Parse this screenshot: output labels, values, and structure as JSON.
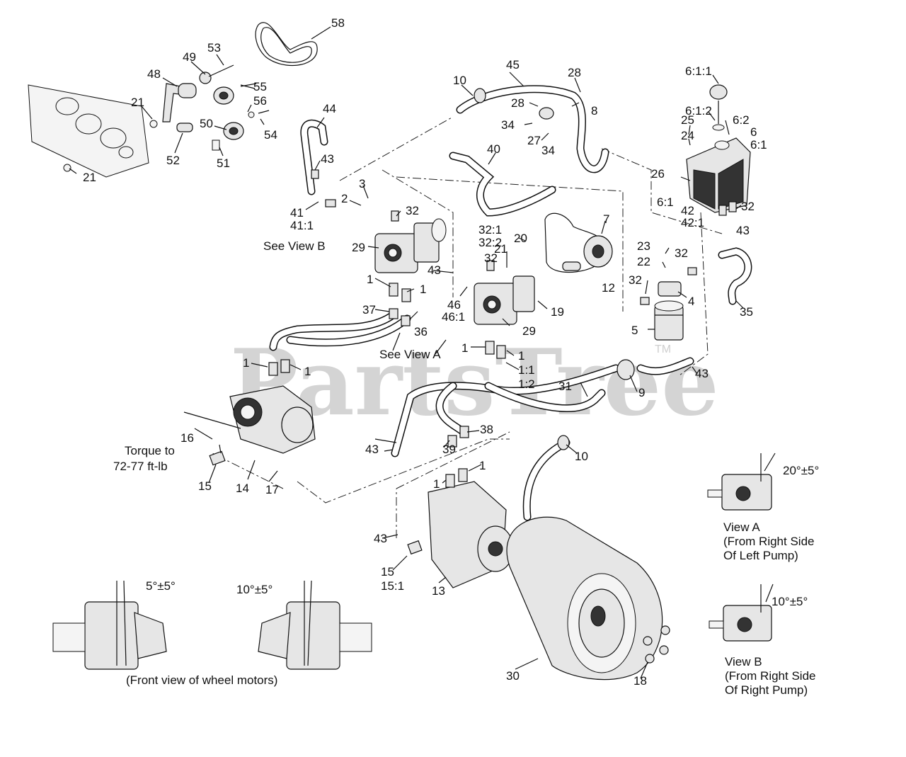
{
  "watermark": {
    "text": "PartsTree",
    "trademark": "TM"
  },
  "labels": [
    {
      "id": "58",
      "text": "58"
    },
    {
      "id": "53",
      "text": "53"
    },
    {
      "id": "49",
      "text": "49"
    },
    {
      "id": "48",
      "text": "48"
    },
    {
      "id": "55",
      "text": "55"
    },
    {
      "id": "21a",
      "text": "21"
    },
    {
      "id": "56",
      "text": "56"
    },
    {
      "id": "50",
      "text": "50"
    },
    {
      "id": "54",
      "text": "54"
    },
    {
      "id": "52",
      "text": "52"
    },
    {
      "id": "51",
      "text": "51"
    },
    {
      "id": "21b",
      "text": "21"
    },
    {
      "id": "44",
      "text": "44"
    },
    {
      "id": "10a",
      "text": "10"
    },
    {
      "id": "45",
      "text": "45"
    },
    {
      "id": "28a",
      "text": "28"
    },
    {
      "id": "28b",
      "text": "28"
    },
    {
      "id": "8",
      "text": "8"
    },
    {
      "id": "34a",
      "text": "34"
    },
    {
      "id": "27",
      "text": "27"
    },
    {
      "id": "34b",
      "text": "34"
    },
    {
      "id": "6_1_1",
      "text": "6:1:1"
    },
    {
      "id": "6_1_2",
      "text": "6:1:2"
    },
    {
      "id": "6_2",
      "text": "6:2"
    },
    {
      "id": "25",
      "text": "25"
    },
    {
      "id": "24",
      "text": "24"
    },
    {
      "id": "6",
      "text": "6"
    },
    {
      "id": "6_1a",
      "text": "6:1"
    },
    {
      "id": "26",
      "text": "26"
    },
    {
      "id": "6_1b",
      "text": "6:1"
    },
    {
      "id": "42",
      "text": "42"
    },
    {
      "id": "42_1",
      "text": "42:1"
    },
    {
      "id": "32a",
      "text": "32"
    },
    {
      "id": "43a",
      "text": "43"
    },
    {
      "id": "40",
      "text": "40"
    },
    {
      "id": "43b",
      "text": "43"
    },
    {
      "id": "3",
      "text": "3"
    },
    {
      "id": "2",
      "text": "2"
    },
    {
      "id": "32b",
      "text": "32"
    },
    {
      "id": "41",
      "text": "41"
    },
    {
      "id": "41_1",
      "text": "41:1"
    },
    {
      "id": "29a",
      "text": "29"
    },
    {
      "id": "32_1",
      "text": "32:1"
    },
    {
      "id": "32_2",
      "text": "32:2"
    },
    {
      "id": "20",
      "text": "20"
    },
    {
      "id": "7",
      "text": "7"
    },
    {
      "id": "32c",
      "text": "32"
    },
    {
      "id": "21c",
      "text": "21"
    },
    {
      "id": "23",
      "text": "23"
    },
    {
      "id": "22",
      "text": "22"
    },
    {
      "id": "32d",
      "text": "32"
    },
    {
      "id": "43c",
      "text": "43"
    },
    {
      "id": "12",
      "text": "12"
    },
    {
      "id": "32e",
      "text": "32"
    },
    {
      "id": "4",
      "text": "4"
    },
    {
      "id": "1a",
      "text": "1"
    },
    {
      "id": "1b",
      "text": "1"
    },
    {
      "id": "46",
      "text": "46"
    },
    {
      "id": "46_1",
      "text": "46:1"
    },
    {
      "id": "19",
      "text": "19"
    },
    {
      "id": "37",
      "text": "37"
    },
    {
      "id": "36",
      "text": "36"
    },
    {
      "id": "29b",
      "text": "29"
    },
    {
      "id": "5",
      "text": "5"
    },
    {
      "id": "35",
      "text": "35"
    },
    {
      "id": "1c",
      "text": "1"
    },
    {
      "id": "1d",
      "text": "1"
    },
    {
      "id": "1e",
      "text": "1"
    },
    {
      "id": "1f",
      "text": "1"
    },
    {
      "id": "1_1",
      "text": "1:1"
    },
    {
      "id": "1_2",
      "text": "1:2"
    },
    {
      "id": "43d",
      "text": "43"
    },
    {
      "id": "9",
      "text": "9"
    },
    {
      "id": "31",
      "text": "31"
    },
    {
      "id": "16",
      "text": "16"
    },
    {
      "id": "38",
      "text": "38"
    },
    {
      "id": "43e",
      "text": "43"
    },
    {
      "id": "39",
      "text": "39"
    },
    {
      "id": "10b",
      "text": "10"
    },
    {
      "id": "1g",
      "text": "1"
    },
    {
      "id": "1h",
      "text": "1"
    },
    {
      "id": "15a",
      "text": "15"
    },
    {
      "id": "14",
      "text": "14"
    },
    {
      "id": "17",
      "text": "17"
    },
    {
      "id": "43f",
      "text": "43"
    },
    {
      "id": "15b",
      "text": "15"
    },
    {
      "id": "15_1",
      "text": "15:1"
    },
    {
      "id": "13",
      "text": "13"
    },
    {
      "id": "30",
      "text": "30"
    },
    {
      "id": "18",
      "text": "18"
    }
  ],
  "notes": {
    "see_view_b": "See View B",
    "see_view_a": "See View A",
    "torque_1": "Torque to",
    "torque_2": "72-77 ft-lb",
    "front_view": "(Front view of wheel motors)",
    "view_a_title": "View A",
    "view_a_sub1": "(From Right Side",
    "view_a_sub2": "Of Left Pump)",
    "view_b_title": "View B",
    "view_b_sub1": "(From Right Side",
    "view_b_sub2": "Of Right Pump)",
    "angle_a": "20°±5°",
    "angle_b": "10°±5°",
    "angle_motor_left": "5°±5°",
    "angle_motor_right": "10°±5°"
  }
}
